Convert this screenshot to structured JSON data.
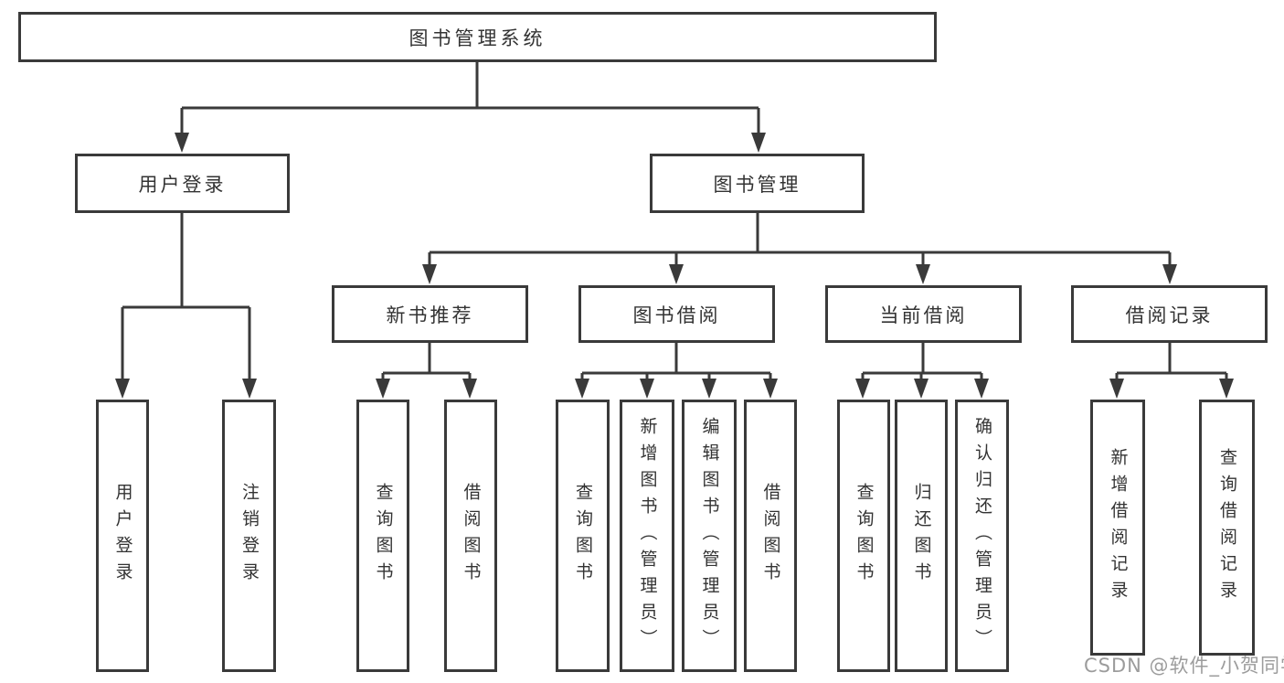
{
  "diagram": {
    "root": {
      "label": "图书管理系统"
    },
    "level2": [
      {
        "label": "用户登录"
      },
      {
        "label": "图书管理"
      }
    ],
    "level3": [
      {
        "label": "新书推荐"
      },
      {
        "label": "图书借阅"
      },
      {
        "label": "当前借阅"
      },
      {
        "label": "借阅记录"
      }
    ],
    "leaves": {
      "user_login": [
        {
          "label": "用户登录"
        },
        {
          "label": "注销登录"
        }
      ],
      "new_book": [
        {
          "label": "查询图书"
        },
        {
          "label": "借阅图书"
        }
      ],
      "book_borrow": [
        {
          "label": "查询图书"
        },
        {
          "label": "新增图书（管理员）"
        },
        {
          "label": "编辑图书（管理员）"
        },
        {
          "label": "借阅图书"
        }
      ],
      "current_borrow": [
        {
          "label": "查询图书"
        },
        {
          "label": "归还图书"
        },
        {
          "label": "确认归还（管理员）"
        }
      ],
      "borrow_record": [
        {
          "label": "新增借阅记录"
        },
        {
          "label": "查询借阅记录"
        }
      ]
    },
    "watermark": "CSDN @软件_小贺同学",
    "colors": {
      "line": "#3a3a3a",
      "box_border": "#3a3a3a",
      "text": "#333333",
      "watermark": "#9c9c9c",
      "background": "#ffffff"
    }
  }
}
